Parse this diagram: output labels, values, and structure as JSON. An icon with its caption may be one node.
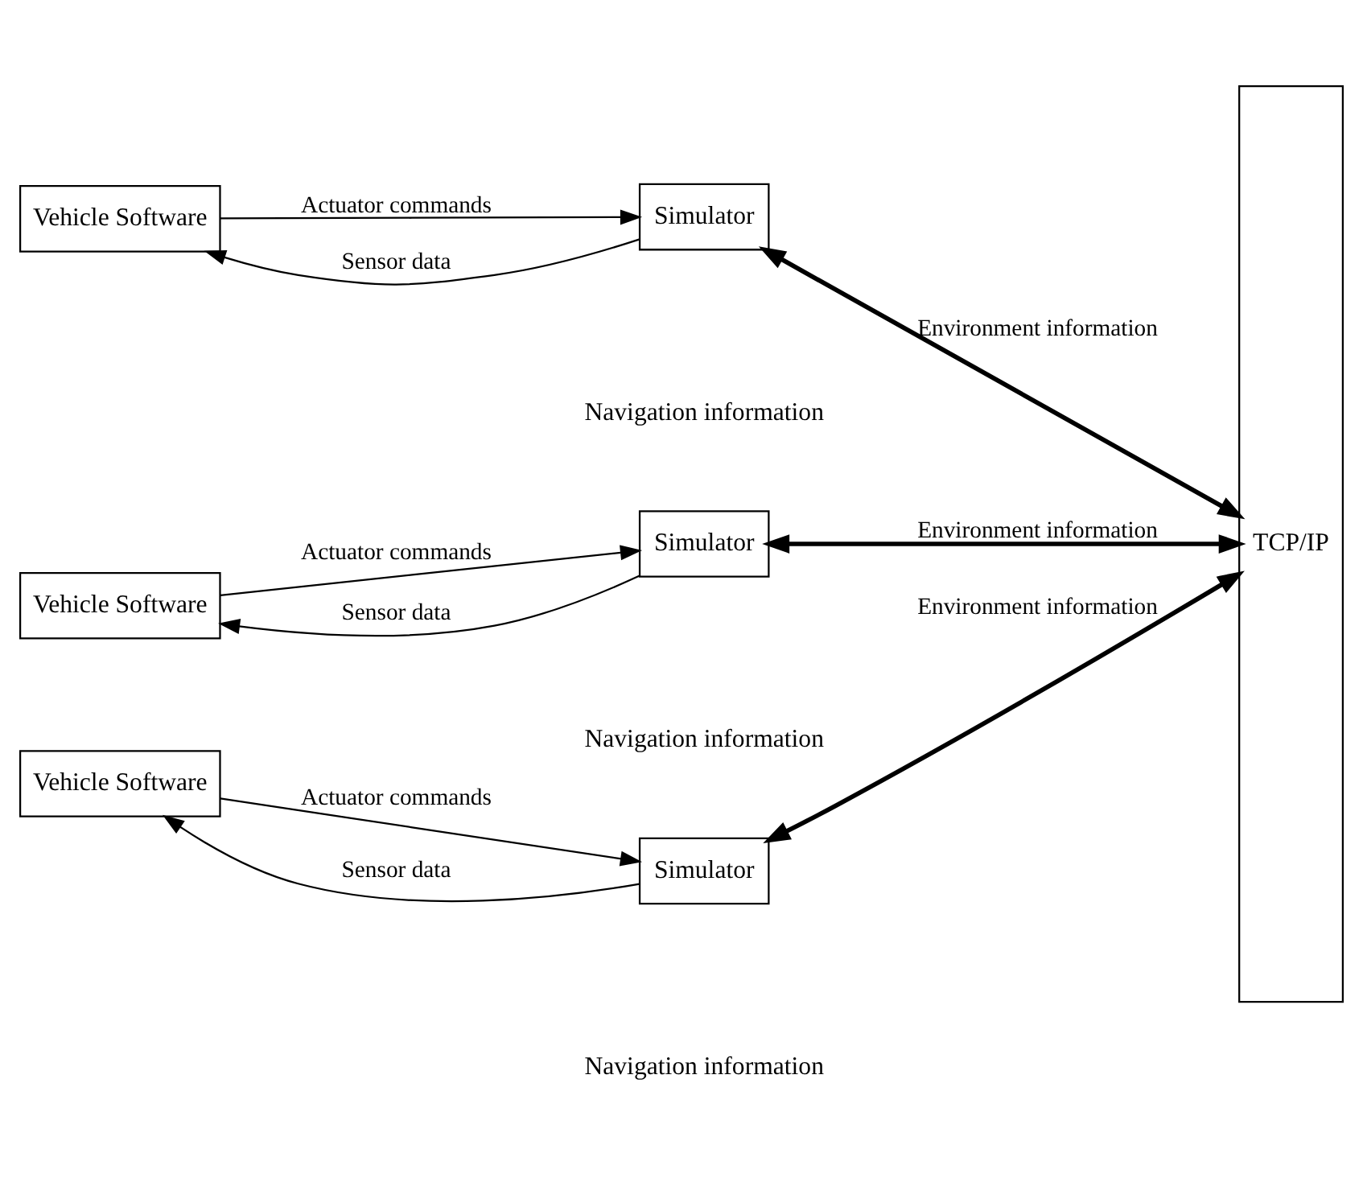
{
  "diagram": {
    "nodes": [
      {
        "text": [
          "Vehicle Software"
        ]
      },
      {
        "text": [
          "Simulator"
        ]
      },
      {
        "text": [
          "Vehicle Software"
        ]
      },
      {
        "text": [
          "Simulator"
        ]
      },
      {
        "text": [
          "Vehicle Software"
        ]
      },
      {
        "text": [
          "Simulator"
        ]
      },
      {
        "text": [
          "TCP/IP"
        ]
      }
    ],
    "edges": [
      {
        "from": 1,
        "to": 0,
        "arrow": "to",
        "label": "Sensor data"
      },
      {
        "from": 0,
        "to": 1,
        "arrow": "to",
        "label": "Actuator commands"
      },
      {
        "from": 1,
        "to": 6,
        "arrow": "both",
        "label": "Environment information",
        "style": "thick"
      },
      {
        "from": 3,
        "to": 2,
        "arrow": "to",
        "label": "Sensor data"
      },
      {
        "from": 2,
        "to": 3,
        "arrow": "to",
        "label": "Actuator commands"
      },
      {
        "from": 3,
        "to": 6,
        "arrow": "both",
        "label": "Environment information",
        "style": "thick"
      },
      {
        "from": 5,
        "to": 4,
        "arrow": "to",
        "label": "Sensor data"
      },
      {
        "from": 4,
        "to": 5,
        "arrow": "to",
        "label": "Actuator commands"
      },
      {
        "from": 5,
        "to": 6,
        "arrow": "both",
        "label": "Environment information",
        "style": "thick"
      }
    ],
    "labels": [
      "Navigation information",
      "Navigation information",
      "Navigation information"
    ]
  }
}
